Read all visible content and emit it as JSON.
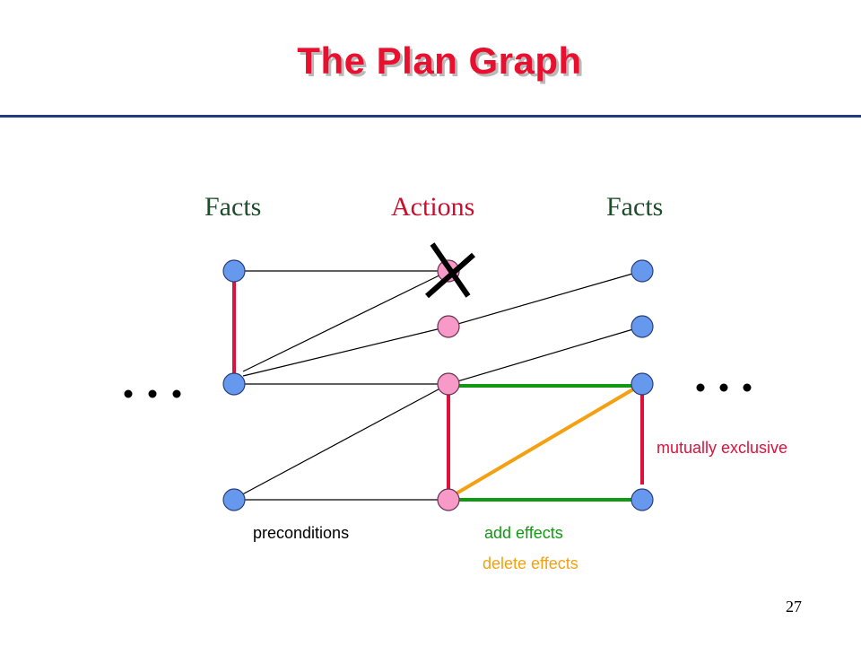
{
  "title": "The Plan Graph",
  "columns": {
    "facts_left": "Facts",
    "actions": "Actions",
    "facts_right": "Facts"
  },
  "labels": {
    "preconditions": "preconditions",
    "add_effects": "add effects",
    "delete_effects": "delete effects",
    "mutually_exclusive": "mutually exclusive"
  },
  "page_number": "27",
  "colors": {
    "title": "#e8102e",
    "column_header_facts": "#1e4d2b",
    "column_header_actions": "#c8102e",
    "fact_node": "#6699ee",
    "action_node": "#f79ac8",
    "precondition_edge": "#000000",
    "add_effect_edge": "#119911",
    "delete_effect_edge": "#f5a010",
    "mutex_edge": "#e0103c",
    "preconditions_label": "#000000",
    "add_effects_label": "#119911",
    "delete_effects_label": "#f5a010",
    "mutex_label": "#e0103c"
  }
}
